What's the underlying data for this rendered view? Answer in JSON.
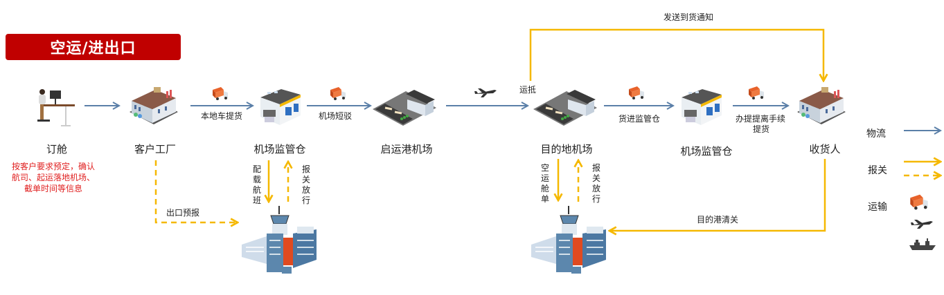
{
  "title": "空运/进出口",
  "colors": {
    "logistics": "#5a7fa8",
    "customs": "#f5b800",
    "title_bg": "#c00000",
    "note": "#e02020"
  },
  "nodes": {
    "booking": {
      "label": "订舱",
      "icon": "person-desk-icon"
    },
    "factory": {
      "label": "客户工厂",
      "icon": "factory-icon"
    },
    "warehouse_origin": {
      "label": "机场监管仓",
      "icon": "warehouse-icon"
    },
    "origin_airport": {
      "label": "启运港机场",
      "icon": "airport-icon"
    },
    "dest_airport": {
      "label": "目的地机场",
      "icon": "airport-icon"
    },
    "warehouse_dest": {
      "label": "机场监管仓",
      "icon": "warehouse-icon"
    },
    "consignee": {
      "label": "收货人",
      "icon": "factory-icon"
    },
    "customs_origin": {
      "icon": "customs-building-icon"
    },
    "customs_dest": {
      "icon": "customs-building-icon"
    }
  },
  "booking_note": [
    "按客户要求预定，确认",
    "航司、起运落地机场、",
    "截单时间等信息"
  ],
  "edges": {
    "local_pickup": "本地车提货",
    "airport_transfer": "机场短驳",
    "arrival": "运抵",
    "to_bonded": "货进监管仓",
    "release_pickup_1": "办提提离手续",
    "release_pickup_2": "提货",
    "export_declaration": "出口预报",
    "flight_allocation": "配载航班",
    "customs_release": "报关放行",
    "air_waybill": "空运舱单",
    "customs_release_dest": "报关放行",
    "arrival_notice": "发送到货通知",
    "dest_clearance": "目的港清关"
  },
  "legend": {
    "logistics": "物流",
    "customs": "报关",
    "transport": "运输",
    "transport_icons": [
      "truck-icon",
      "airplane-icon",
      "ship-icon"
    ]
  }
}
